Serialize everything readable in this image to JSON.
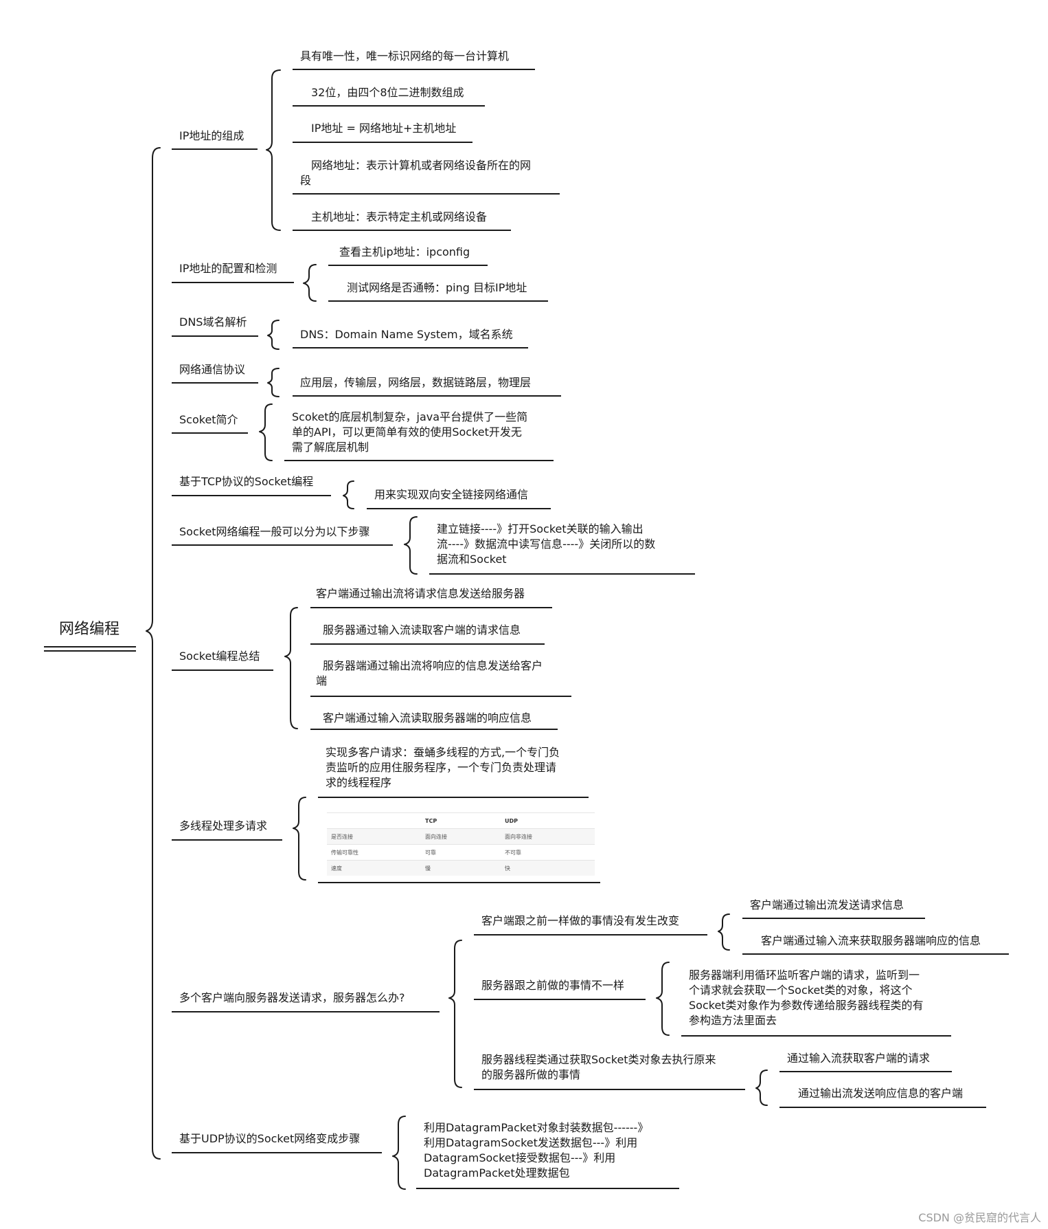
{
  "root": "网络编程",
  "branches": {
    "ip": {
      "label": "IP地址的组成",
      "items": [
        "具有唯一性，唯一标识网络的每一台计算机",
        "32位，由四个8位二进制数组成",
        "IP地址 = 网络地址+主机地址",
        "网络地址：表示计算机或者网络设备所在的网\n段",
        "主机地址：表示特定主机或网络设备"
      ]
    },
    "config": {
      "label": "IP地址的配置和检测",
      "items": [
        "查看主机ip地址：ipconfig",
        "测试网络是否通畅：ping 目标IP地址"
      ]
    },
    "dns": {
      "label": "DNS域名解析",
      "items": [
        "DNS：Domain Name System，域名系统"
      ]
    },
    "protocol": {
      "label": "网络通信协议",
      "items": [
        "应用层，传输层，网络层，数据链路层，物理层"
      ]
    },
    "socket_intro": {
      "label": "Scoket简介",
      "items": [
        "Scoket的底层机制复杂，java平台提供了一些简\n单的API，可以更简单有效的使用Socket开发无\n需了解底层机制"
      ]
    },
    "tcp": {
      "label": "基于TCP协议的Socket编程",
      "items": [
        "用来实现双向安全链接网络通信"
      ]
    },
    "steps": {
      "label": "Socket网络编程一般可以分为以下步骤",
      "items": [
        "建立链接----》打开Socket关联的输入输出\n流----》数据流中读写信息----》关闭所以的数\n据流和Socket"
      ]
    },
    "summary": {
      "label": "Socket编程总结",
      "items": [
        "客户端通过输出流将请求信息发送给服务器",
        "服务器通过输入流读取客户端的请求信息",
        "服务器端通过输出流将响应的信息发送给客户\n端",
        "客户端通过输入流读取服务器端的响应信息"
      ]
    },
    "multithread": {
      "label": "多线程处理多请求",
      "items": [
        "实现多客户请求：蚕蛹多线程的方式,一个专门负\n责监听的应用住服务程序，一个专门负责处理请\n求的线程程序"
      ],
      "table": {
        "headers": [
          "",
          "TCP",
          "UDP"
        ],
        "rows": [
          [
            "是否连接",
            "面向连接",
            "面向非连接"
          ],
          [
            "传输可靠性",
            "可靠",
            "不可靠"
          ],
          [
            "速度",
            "慢",
            "快"
          ]
        ]
      }
    },
    "multi_client": {
      "label": "多个客户端向服务器发送请求，服务器怎么办?",
      "client": {
        "label": "客户端跟之前一样做的事情没有发生改变",
        "items": [
          "客户端通过输出流发送请求信息",
          "客户端通过输入流来获取服务器端响应的信息"
        ]
      },
      "server": {
        "label": "服务器跟之前做的事情不一样",
        "items": [
          "服务器端利用循环监听客户端的请求，监听到一\n个请求就会获取一个Socket类的对象，将这个\nSocket类对象作为参数传递给服务器线程类的有\n参构造方法里面去"
        ]
      },
      "thread": {
        "label": "服务器线程类通过获取Socket类对象去执行原来\n的服务器所做的事情",
        "items": [
          "通过输入流获取客户端的请求",
          "通过输出流发送响应信息的客户端"
        ]
      }
    },
    "udp": {
      "label": "基于UDP协议的Socket网络变成步骤",
      "items": [
        "利用DatagramPacket对象封装数据包------》\n利用DatagramSocket发送数据包---》利用\nDatagramSocket接受数据包---》利用\nDatagramPacket处理数据包"
      ]
    }
  },
  "watermark": "CSDN @贫民窟的代言人"
}
